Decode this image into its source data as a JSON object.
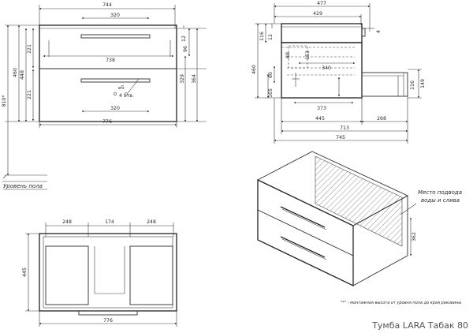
{
  "caption": "Тумба LARA Табак 80",
  "footnote": "\"*\" - монтажная высота от уровня пола до края раковины",
  "floor_label": "Уровень пола",
  "supply_label": "Место подвода воды и слива",
  "front_view": {
    "top_width": "744",
    "handle_top": "320",
    "drawer_top_width": "738",
    "handle_bottom": "320",
    "bottom_width": "776",
    "left_h_total": "460",
    "left_h_448": "448",
    "left_h_221a": "221",
    "left_h_221b": "221",
    "install_height": "810*",
    "right_12": "12",
    "right_96": "96",
    "right_329": "329",
    "right_364": "364",
    "hole_label": "⌀5",
    "holes_label": "4 отв."
  },
  "side_view": {
    "width_477": "477",
    "width_429": "429",
    "gap_4": "4",
    "h_116": "116",
    "h_12": "12",
    "h_89": "89",
    "h_153": "153",
    "h_460": "460",
    "h_80": "80",
    "h_165": "165",
    "w_340": "340",
    "w_373": "373",
    "w_445": "445",
    "w_268": "268",
    "w_713": "713",
    "w_745": "745",
    "h_116b": "116",
    "h_149": "149"
  },
  "plan_view": {
    "seg_248a": "248",
    "seg_174": "174",
    "seg_248b": "248",
    "depth_445": "445",
    "width_776": "776"
  },
  "iso_view": {
    "depth_362": "362"
  }
}
